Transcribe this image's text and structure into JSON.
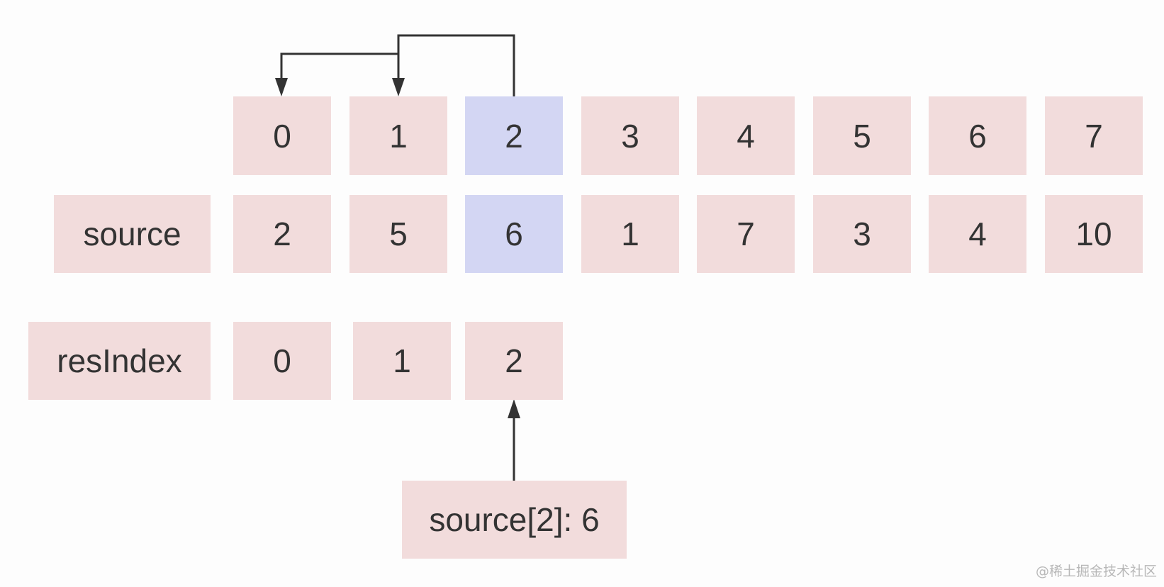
{
  "colors": {
    "cell_fill": "#f2dcdc",
    "highlight_fill": "#d3d6f3",
    "arrow": "#333333"
  },
  "labels": {
    "source": "source",
    "resIndex": "resIndex",
    "callout": "source[2]: 6"
  },
  "index_row": {
    "values": [
      "0",
      "1",
      "2",
      "3",
      "4",
      "5",
      "6",
      "7"
    ],
    "highlighted": 2
  },
  "source_row": {
    "values": [
      "2",
      "5",
      "6",
      "1",
      "7",
      "3",
      "4",
      "10"
    ],
    "highlighted": 2
  },
  "resindex_row": {
    "values": [
      "0",
      "1",
      "2"
    ]
  },
  "watermark": "@稀土掘金技术社区"
}
